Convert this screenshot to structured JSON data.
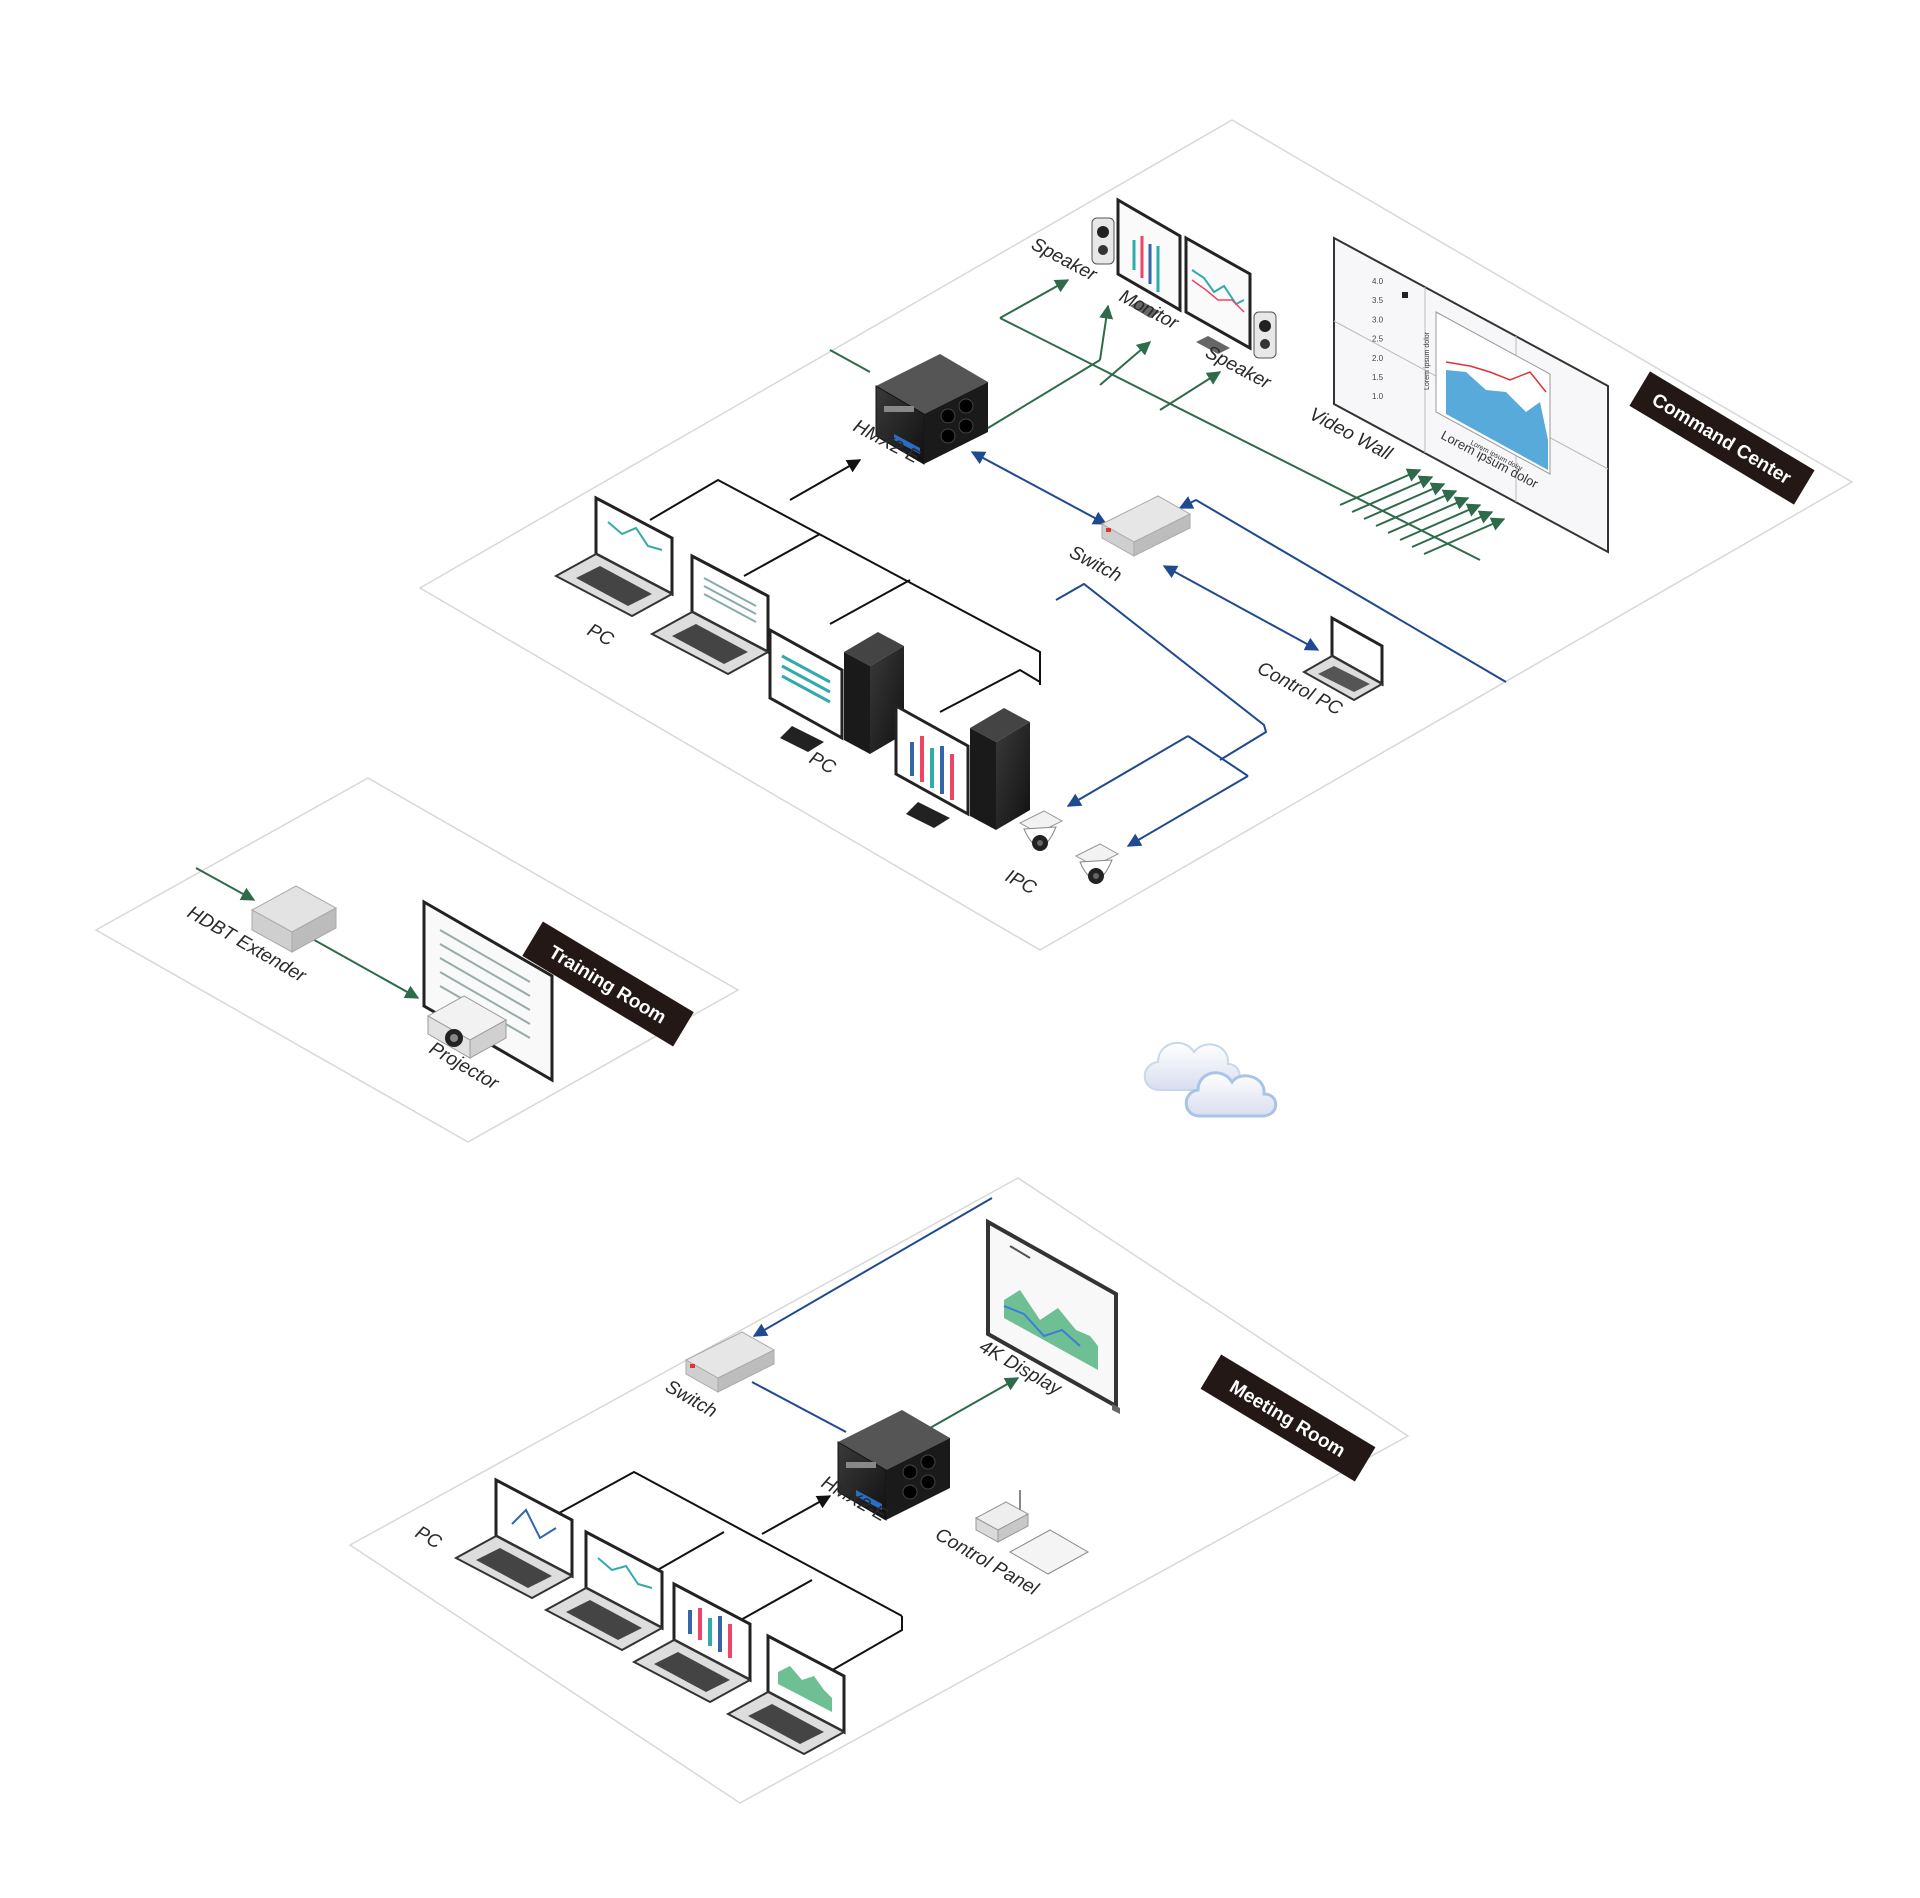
{
  "rooms": {
    "command_center": {
      "title": "Command Center",
      "labels": {
        "speaker_left": "Speaker",
        "monitor": "Monitor",
        "speaker_right": "Speaker",
        "video_wall": "Video Wall",
        "hmx": "HMX2-E",
        "switch": "Switch",
        "pc_laptops": "PC",
        "pc_desktops": "PC",
        "control_pc": "Control PC",
        "ipc": "IPC"
      },
      "wall_chart": {
        "y_ticks": [
          "4.0",
          "3.5",
          "3.0",
          "2.5",
          "2.0",
          "1.5",
          "1.0"
        ],
        "ylabel": "Lorem ipsum dolor",
        "xlabel": "Lorem ipsum dolor",
        "inner_title": "Lorem ipsum dolor"
      }
    },
    "training_room": {
      "title": "Training Room",
      "labels": {
        "extender": "HDBT Extender",
        "projector": "Projector"
      }
    },
    "meeting_room": {
      "title": "Meeting Room",
      "labels": {
        "switch": "Switch",
        "display": "4K Display",
        "hmx": "HMX2-E",
        "pc": "PC",
        "control_panel": "Control Panel"
      }
    }
  },
  "colors": {
    "hdmi_link": "#111111",
    "av_link": "#2e6b4a",
    "network_link": "#1f4a8f",
    "title_bg": "#231816"
  },
  "icons": [
    "cloud-icon",
    "laptop-icon",
    "desktop-pc-icon",
    "matrix-switcher-icon",
    "network-switch-icon",
    "speaker-icon",
    "monitor-icon",
    "video-wall-icon",
    "ip-camera-icon",
    "projector-icon",
    "extender-icon",
    "control-panel-icon",
    "display-icon"
  ]
}
